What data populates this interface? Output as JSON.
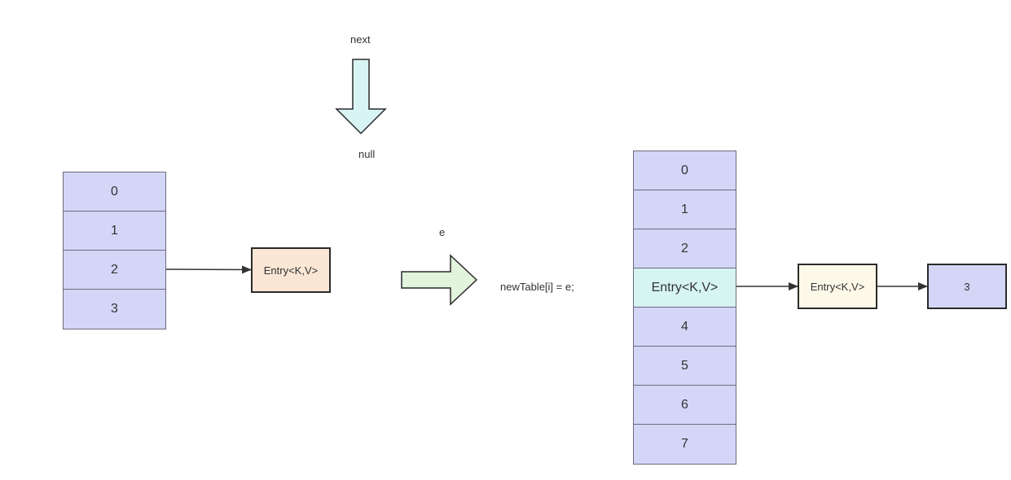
{
  "labels": {
    "next": "next",
    "null": "null",
    "e": "e",
    "code": "newTable[i] = e;"
  },
  "old_table": {
    "cells": [
      "0",
      "1",
      "2",
      "3"
    ],
    "color": "#d4d6f8"
  },
  "old_entry": {
    "label": "Entry<K,V>",
    "color": "#fae6d4"
  },
  "new_table": {
    "cells": [
      "0",
      "1",
      "2",
      "Entry<K,V>",
      "4",
      "5",
      "6",
      "7"
    ],
    "highlight_index": 3,
    "color": "#d4d6f8",
    "highlight_color": "#d6f4f2"
  },
  "chain": [
    {
      "label": "Entry<K,V>",
      "color": "#fdf9e8"
    },
    {
      "label": "3",
      "color": "#d4d6f8"
    }
  ],
  "arrows": {
    "down_color": "#d9f4f4",
    "right_color": "#e2f4dc"
  }
}
